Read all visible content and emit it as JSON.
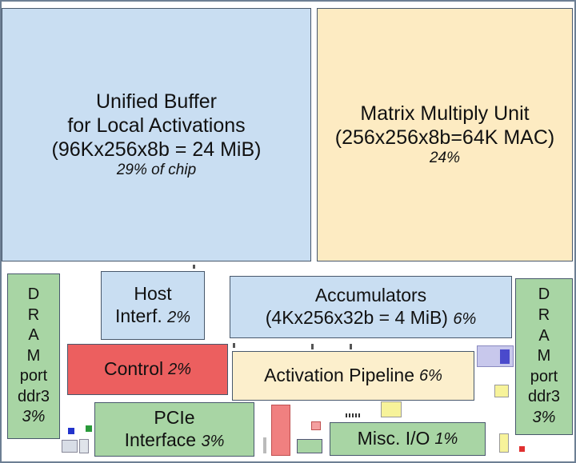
{
  "blocks": {
    "unified_buffer": {
      "line1": "Unified Buffer",
      "line2": "for Local Activations",
      "line3": "(96Kx256x8b = 24 MiB)",
      "percent": "29% of chip"
    },
    "matrix_multiply": {
      "line1": "Matrix Multiply Unit",
      "line2": "(256x256x8b=64K MAC)",
      "percent": "24%"
    },
    "dram_left": {
      "letters": [
        "D",
        "R",
        "A",
        "M"
      ],
      "port": "port",
      "ddr": "ddr3",
      "percent": "3%"
    },
    "dram_right": {
      "letters": [
        "D",
        "R",
        "A",
        "M"
      ],
      "port": "port",
      "ddr": "ddr3",
      "percent": "3%"
    },
    "host_interface": {
      "line1": "Host",
      "line2": "Interf.",
      "percent": "2%"
    },
    "accumulators": {
      "line1": "Accumulators",
      "line2": "(4Kx256x32b = 4 MiB)",
      "percent": "6%"
    },
    "control": {
      "label": "Control",
      "percent": "2%"
    },
    "activation_pipeline": {
      "label": "Activation Pipeline",
      "percent": "6%"
    },
    "pcie": {
      "line1": "PCIe",
      "line2": "Interface",
      "percent": "3%"
    },
    "misc_io": {
      "label": "Misc. I/O",
      "percent": "1%"
    }
  },
  "colors": {
    "blue": "#c9def2",
    "cream": "#fdebc2",
    "green": "#a8d5a4",
    "red": "#ec5f5f",
    "border": "#48586c"
  }
}
